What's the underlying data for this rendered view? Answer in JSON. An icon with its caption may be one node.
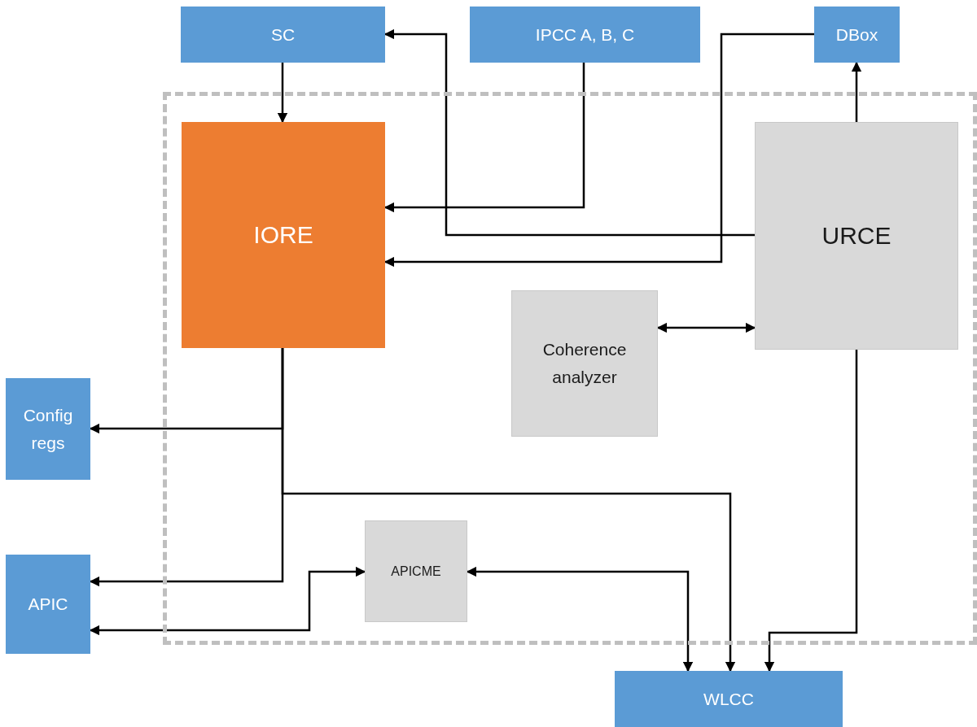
{
  "diagram": {
    "nodes": [
      {
        "text": [
          "SC"
        ]
      },
      {
        "text": [
          "IPCC A, B, C"
        ]
      },
      {
        "text": [
          "DBox"
        ]
      },
      {
        "text": [],
        "shape": "box"
      },
      {
        "text": [
          "IORE"
        ],
        "in": 3
      },
      {
        "text": [
          "URCE"
        ],
        "in": 3
      },
      {
        "text": [
          "Coherence analyzer"
        ],
        "in": 3
      },
      {
        "text": [
          "Config regs"
        ]
      },
      {
        "text": [
          "APICME"
        ],
        "in": 3
      },
      {
        "text": [
          "APIC"
        ]
      },
      {
        "text": [
          "WLCC"
        ]
      }
    ],
    "edges": [
      {
        "from": 0,
        "to": 4,
        "arrow": "to"
      },
      {
        "from": 1,
        "to": 4,
        "arrow": "to"
      },
      {
        "from": 5,
        "to": 0,
        "arrow": "to"
      },
      {
        "from": 2,
        "to": 4,
        "arrow": "to"
      },
      {
        "from": 5,
        "to": 2,
        "arrow": "to"
      },
      {
        "from": 6,
        "to": 5,
        "arrow": "both"
      },
      {
        "from": 4,
        "to": 7,
        "arrow": "to"
      },
      {
        "from": 4,
        "to": 9,
        "arrow": "to"
      },
      {
        "from": 4,
        "to": 10,
        "arrow": "to"
      },
      {
        "from": 8,
        "to": 10,
        "arrow": "both"
      },
      {
        "from": 9,
        "to": 8,
        "arrow": "both"
      },
      {
        "from": 5,
        "to": 10,
        "arrow": "to"
      }
    ]
  }
}
